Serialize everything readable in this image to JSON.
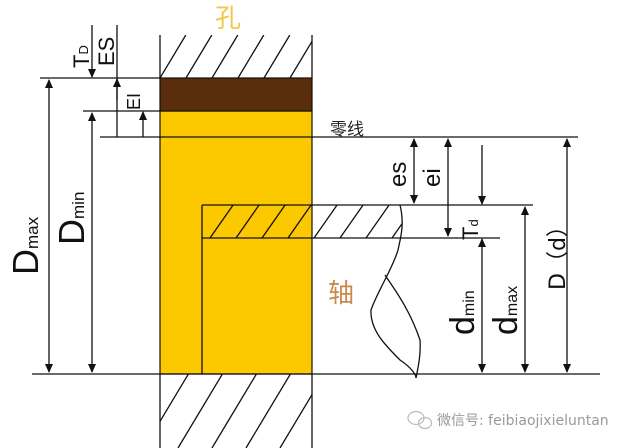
{
  "labels": {
    "hole": "孔",
    "shaft": "轴",
    "zero_line": "零线",
    "TD": {
      "main": "T",
      "sub": "D"
    },
    "ES": "ES",
    "EI": "EI",
    "Dmax": {
      "main": "D",
      "sub": "max"
    },
    "Dmin": {
      "main": "D",
      "sub": "min"
    },
    "es": "es",
    "ei": "ei",
    "Td": {
      "main": "T",
      "sub": "d"
    },
    "dmin": {
      "main": "d",
      "sub": "min"
    },
    "dmax": {
      "main": "d",
      "sub": "max"
    },
    "D_d": "D（d）"
  },
  "watermark": {
    "text": "微信号: feibiaojixieluntan",
    "icon": "wechat-icon"
  },
  "colors": {
    "hole_tolerance_zone": "#5a2d0c",
    "hole_body": "#fcc800",
    "hole_label": "#f2c84b",
    "shaft_label": "#c98a4b",
    "watermark": "#9a9a9a"
  }
}
